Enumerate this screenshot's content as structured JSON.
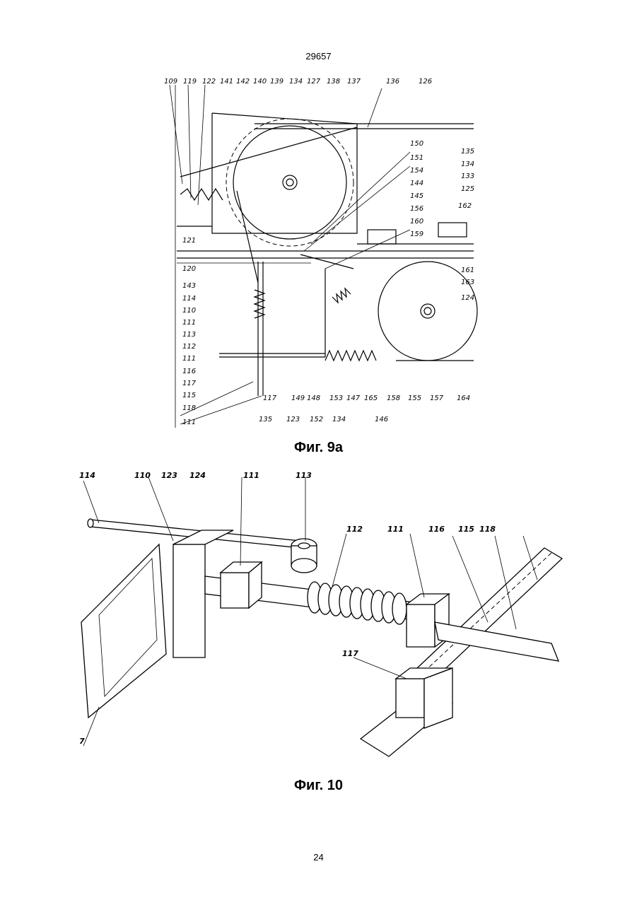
{
  "page": {
    "header_number": "29657",
    "footer_number": "24"
  },
  "figure_9a": {
    "caption": "Фиг. 9а",
    "labels_top": [
      "109",
      "119",
      "122",
      "141",
      "142",
      "140",
      "139",
      "134",
      "127",
      "138",
      "137",
      "136",
      "126"
    ],
    "labels_left": [
      "121",
      "120",
      "143",
      "114",
      "110",
      "111",
      "113",
      "112",
      "111",
      "116",
      "117",
      "115",
      "118",
      "111"
    ],
    "labels_right": [
      "150",
      "151",
      "154",
      "144",
      "145",
      "156",
      "160",
      "159",
      "162",
      "135",
      "134",
      "133",
      "125",
      "161",
      "163",
      "124"
    ],
    "labels_bottom": [
      "117",
      "135",
      "123",
      "152",
      "149",
      "148",
      "134",
      "153",
      "147",
      "165",
      "158",
      "155",
      "157",
      "164",
      "146"
    ]
  },
  "figure_10": {
    "caption": "Фиг. 10",
    "labels": [
      "114",
      "110",
      "123",
      "124",
      "111",
      "113",
      "112",
      "111",
      "116",
      "115",
      "118",
      "117",
      "7"
    ]
  }
}
